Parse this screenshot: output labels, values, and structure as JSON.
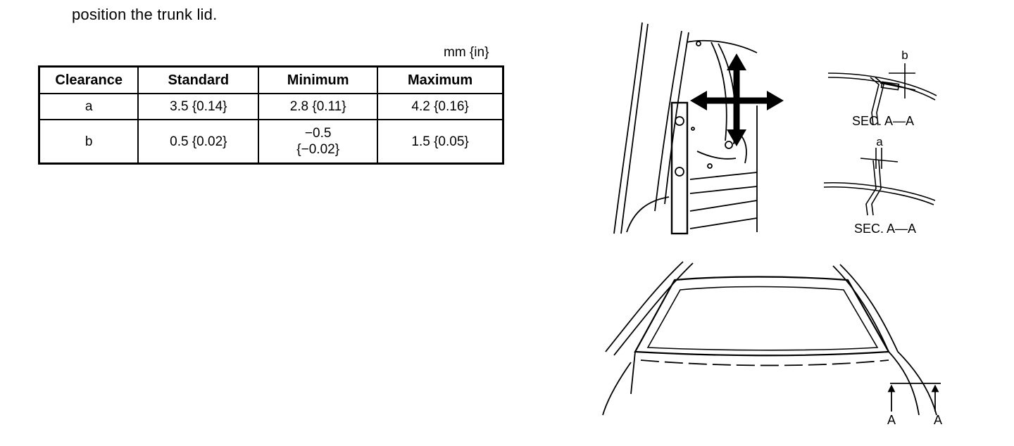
{
  "document": {
    "intro_text": "position the trunk lid.",
    "unit_label": "mm {in}"
  },
  "table": {
    "headers": [
      "Clearance",
      "Standard",
      "Minimum",
      "Maximum"
    ],
    "rows": [
      {
        "clearance": "a",
        "standard": "3.5 {0.14}",
        "minimum": "2.8 {0.11}",
        "minimum_line2": "",
        "maximum": "4.2 {0.16}"
      },
      {
        "clearance": "b",
        "standard": "0.5 {0.02}",
        "minimum": "−0.5",
        "minimum_line2": "{−0.02}",
        "maximum": "1.5 {0.05}"
      }
    ]
  },
  "figure": {
    "label_b": "b",
    "label_a": "a",
    "section_label_1": "SEC. A—A",
    "section_label_2": "SEC. A—A",
    "arrow_label_left": "A",
    "arrow_label_right": "A"
  }
}
